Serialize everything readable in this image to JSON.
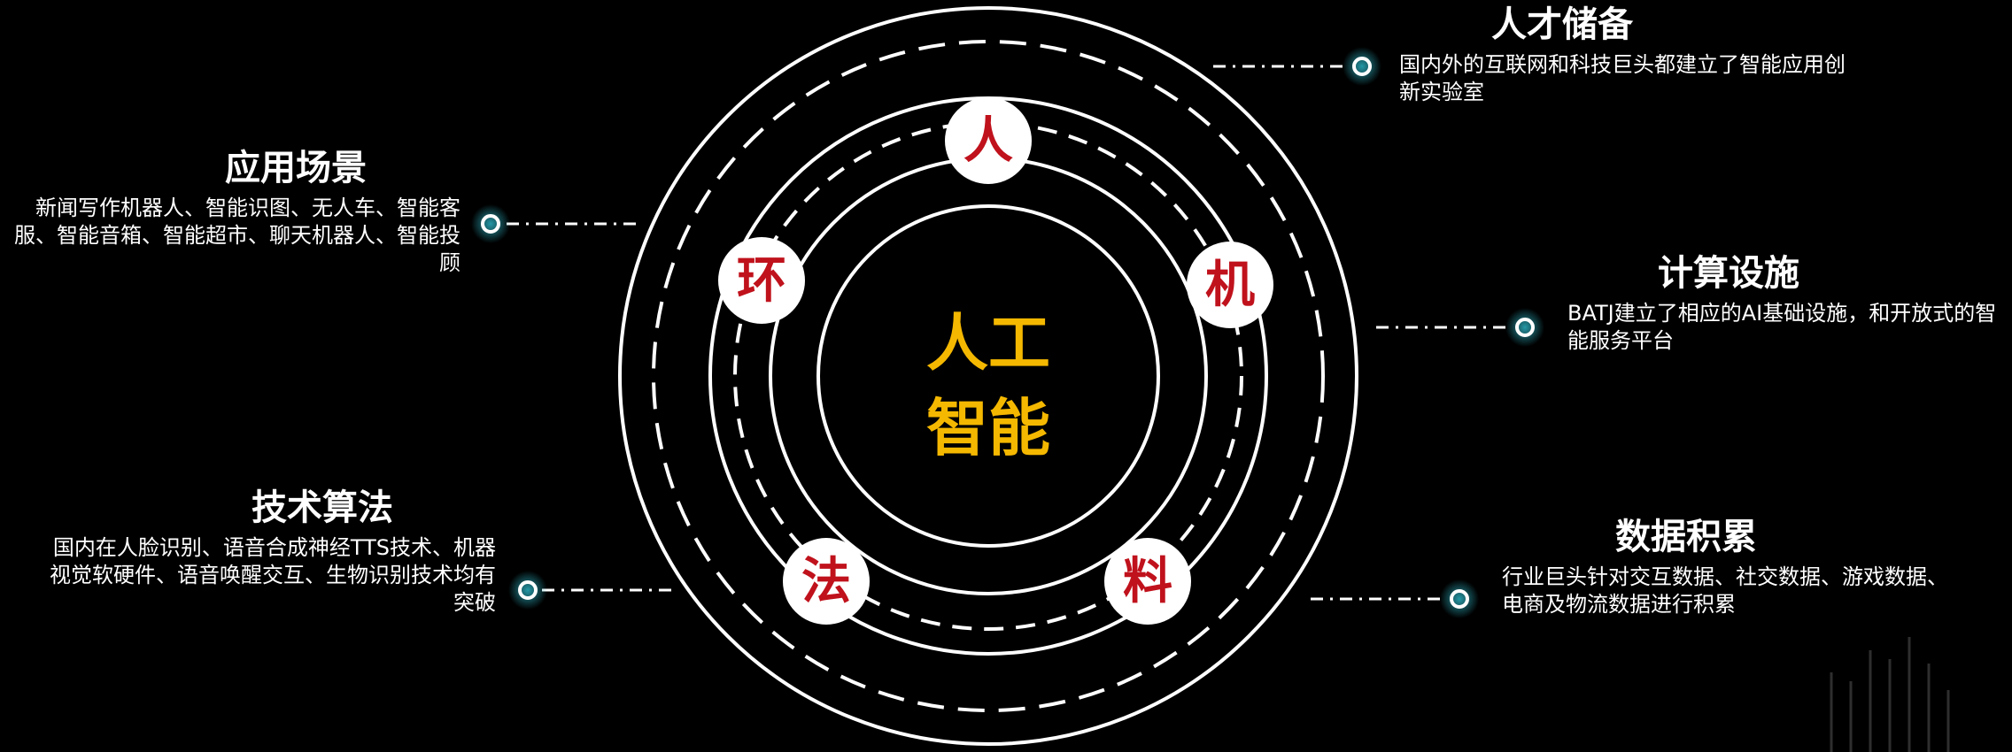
{
  "center": {
    "line1": "人工",
    "line2": "智能"
  },
  "nodes": [
    {
      "char": "人",
      "name": "ren"
    },
    {
      "char": "机",
      "name": "ji"
    },
    {
      "char": "料",
      "name": "liao"
    },
    {
      "char": "法",
      "name": "fa"
    },
    {
      "char": "环",
      "name": "huan"
    }
  ],
  "blocks": {
    "talent": {
      "title": "人才储备",
      "desc": "国内外的互联网和科技巨头都建立了智能应用创新实验室"
    },
    "compute": {
      "title": "计算设施",
      "desc": "BATJ建立了相应的AI基础设施，和开放式的智能服务平台"
    },
    "data": {
      "title": "数据积累",
      "desc": "行业巨头针对交互数据、社交数据、游戏数据、电商及物流数据进行积累"
    },
    "scenario": {
      "title": "应用场景",
      "desc": "新闻写作机器人、智能识图、无人车、智能客服、智能音箱、智能超市、聊天机器人、智能投顾"
    },
    "algorithm": {
      "title": "技术算法",
      "desc": "国内在人脸识别、语音合成神经TTS技术、机器视觉软硬件、语音唤醒交互、生物识别技术均有突破"
    }
  },
  "colors": {
    "background": "#000000",
    "ring": "#ffffff",
    "node_text": "#c0121c",
    "center_text": "#f5b800",
    "connector_dot": "#2aa9b8"
  }
}
